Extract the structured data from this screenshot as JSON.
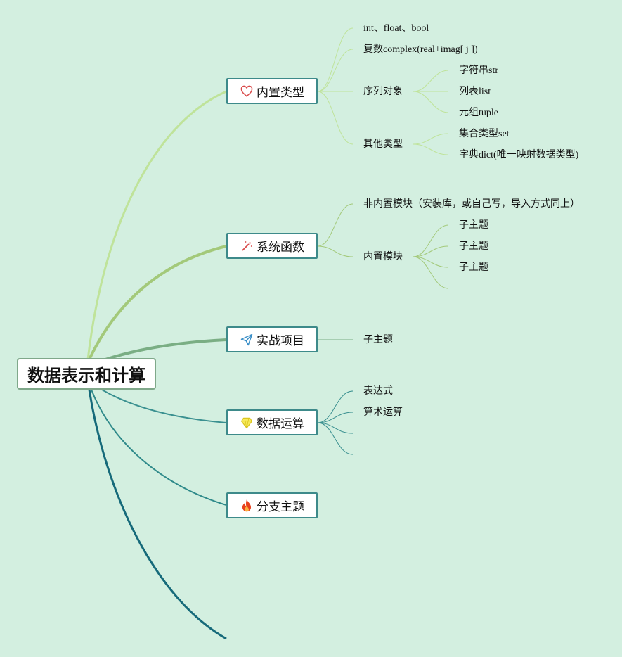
{
  "root": {
    "label": "数据表示和计算"
  },
  "branches": [
    {
      "label": "内置类型",
      "icon": "heart-icon",
      "children": [
        {
          "label": "int、float、bool"
        },
        {
          "label": "复数complex(real+imag[ j ])"
        },
        {
          "label": "序列对象",
          "children": [
            {
              "label": "字符串str"
            },
            {
              "label": "列表list"
            },
            {
              "label": "元组tuple"
            }
          ]
        },
        {
          "label": "其他类型",
          "children": [
            {
              "label": "集合类型set"
            },
            {
              "label": "字典dict(唯一映射数据类型)"
            }
          ]
        }
      ]
    },
    {
      "label": "系统函数",
      "icon": "magic-wand-icon",
      "children": [
        {
          "label": "非内置模块（安装库，或自己写，导入方式同上）"
        },
        {
          "label": "内置模块",
          "children": [
            {
              "label": "子主题"
            },
            {
              "label": "子主题"
            },
            {
              "label": "子主题"
            },
            {
              "label": ""
            }
          ]
        }
      ]
    },
    {
      "label": "实战项目",
      "icon": "paper-plane-icon",
      "children": [
        {
          "label": "子主题"
        }
      ]
    },
    {
      "label": "数据运算",
      "icon": "diamond-icon",
      "children": [
        {
          "label": "表达式"
        },
        {
          "label": "算术运算"
        },
        {
          "label": ""
        },
        {
          "label": ""
        }
      ]
    },
    {
      "label": "分支主题",
      "icon": "fire-icon",
      "children": []
    }
  ],
  "colors": {
    "background": "#d3efe0",
    "branch1": "#bfe39a",
    "branch2": "#a3c97a",
    "branch3": "#7aae84",
    "branch4": "#3a9090",
    "branch5": "#2f8a8a",
    "branch6": "#166a7a"
  }
}
